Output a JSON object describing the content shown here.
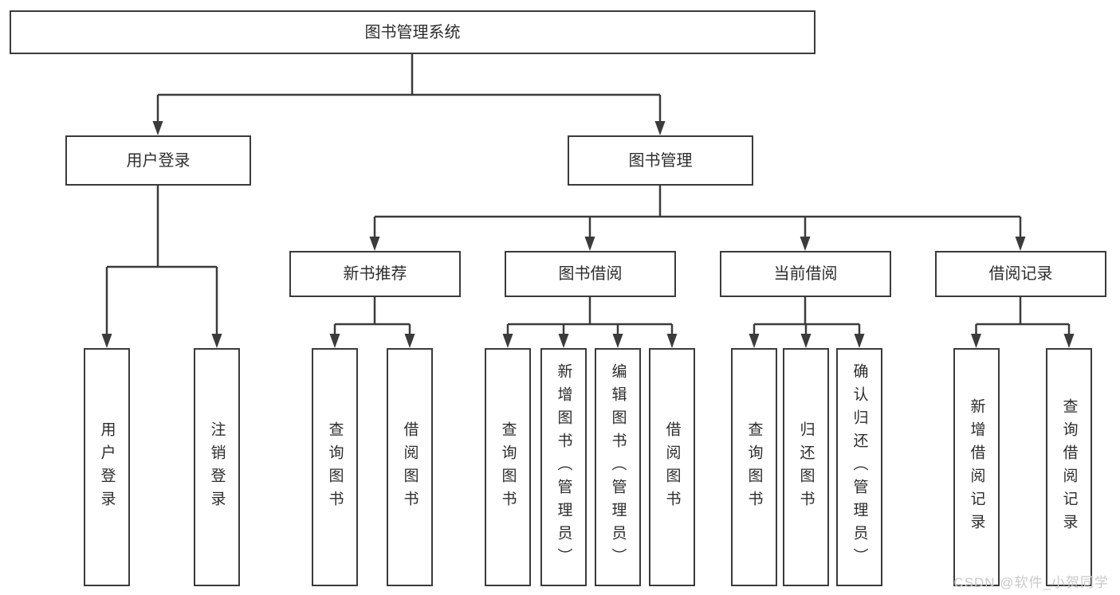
{
  "tree": {
    "label": "图书管理系统",
    "children": [
      {
        "label": "用户登录",
        "children": [
          {
            "label": "用户登录"
          },
          {
            "label": "注销登录"
          }
        ]
      },
      {
        "label": "图书管理",
        "children": [
          {
            "label": "新书推荐",
            "children": [
              {
                "label": "查询图书"
              },
              {
                "label": "借阅图书"
              }
            ]
          },
          {
            "label": "图书借阅",
            "children": [
              {
                "label": "查询图书"
              },
              {
                "label": "新增图书（管理员）"
              },
              {
                "label": "编辑图书（管理员）"
              },
              {
                "label": "借阅图书"
              }
            ]
          },
          {
            "label": "当前借阅",
            "children": [
              {
                "label": "查询图书"
              },
              {
                "label": "归还图书"
              },
              {
                "label": "确认归还（管理员）"
              }
            ]
          },
          {
            "label": "借阅记录",
            "children": [
              {
                "label": "新增借阅记录"
              },
              {
                "label": "查询借阅记录"
              }
            ]
          }
        ]
      }
    ]
  },
  "colors": {
    "line": "#3b3b3b",
    "text": "#2d2d2d",
    "watermark": "#c9c9c9",
    "background": "#ffffff"
  },
  "watermark": {
    "text": "CSDN @软件_小贺同学"
  }
}
